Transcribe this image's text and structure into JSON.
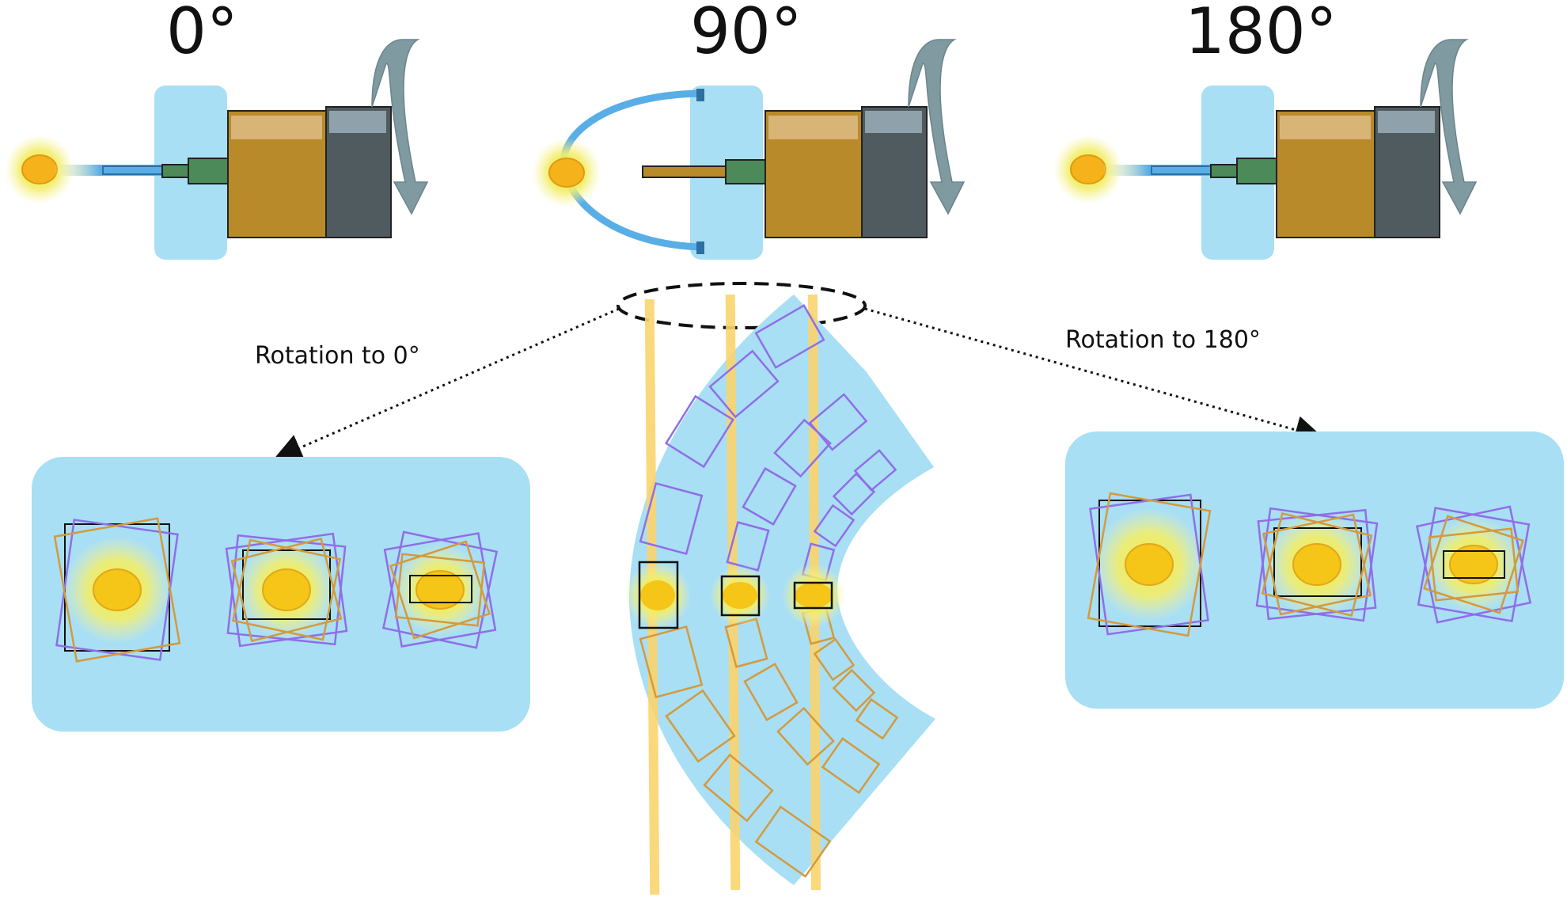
{
  "labels": {
    "angle_0": "0°",
    "angle_90": "90°",
    "angle_180": "180°",
    "rotation_to_0": "Rotation to 0°",
    "rotation_to_180": "Rotation to 180°"
  },
  "colors": {
    "light_blue": "#a8dff5",
    "fiber_blue": "#5aaee6",
    "motor_gold": "#b88a2a",
    "motor_gold_light": "#d8b477",
    "motor_dark": "#4f5b5e",
    "motor_dark_light": "#8fa2ab",
    "shaft_green": "#4d8a5a",
    "arrow_gray": "#7f9aa0",
    "light_spot": "#f5c518",
    "beam_yellow": "#f9d46e",
    "frame_purple": "#8f6ee8",
    "frame_orange": "#d49a3c",
    "frame_black": "#111111"
  },
  "icons": [
    "motor-icon",
    "rotation-arrow-icon",
    "light-source-icon",
    "optical-fiber-icon",
    "dotted-arrow-icon"
  ]
}
